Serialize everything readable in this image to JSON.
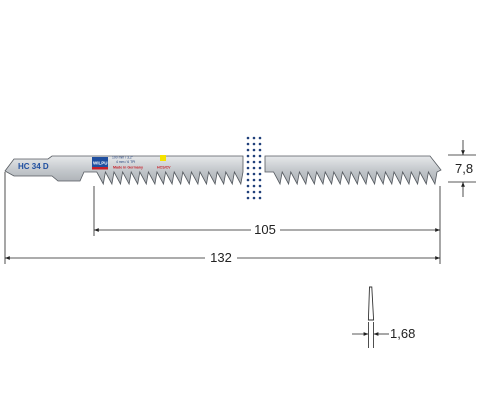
{
  "blade": {
    "model": "HC 34 D",
    "spec_line1": "100 mm / 3,2\"",
    "spec_line2": "4 mm / 6 TPI",
    "made_in": "Made in Germany",
    "material": "HCS/CV",
    "logo_text": "WILPU"
  },
  "dimensions": {
    "tooth_length": "105",
    "total_length": "132",
    "height": "7,8",
    "thickness": "1,68"
  },
  "colors": {
    "steel": "#c4c8cc",
    "outline": "#555a60",
    "dimension": "#222222",
    "marking_blue": "#1f4fa0",
    "badge_yellow": "#f5e200",
    "dots_blue": "#1f3f7a"
  }
}
